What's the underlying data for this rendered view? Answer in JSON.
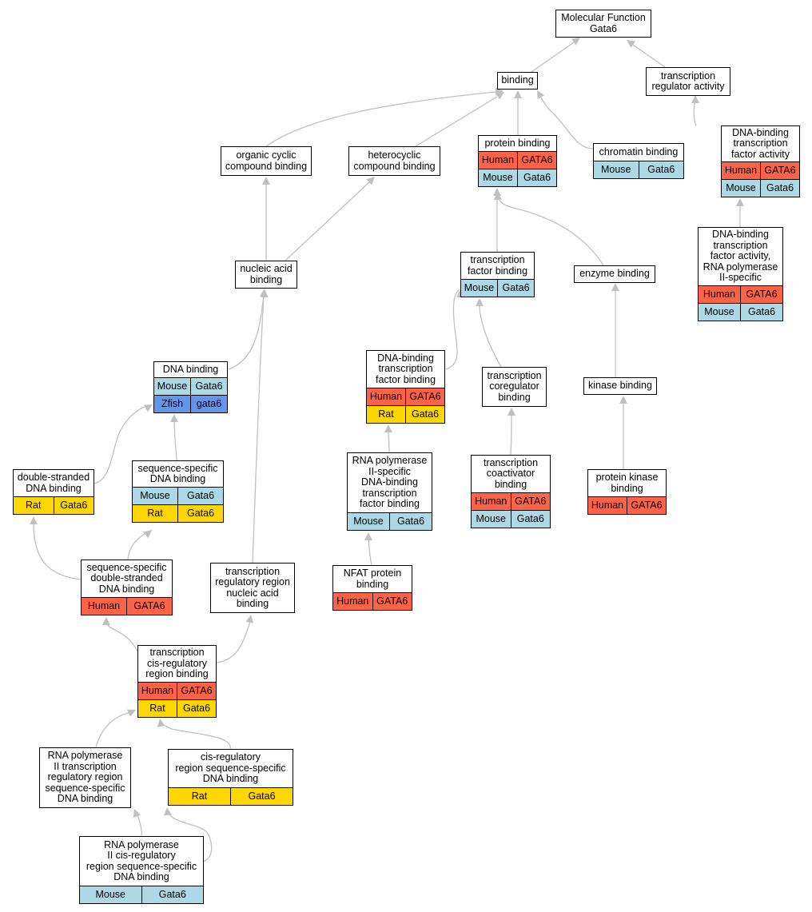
{
  "colors": {
    "edge": "#c0c0c0",
    "Human": "#ff6347",
    "Mouse": "#add8e6",
    "Rat": "#ffd700",
    "Zfish": "#6495ed"
  },
  "nodes": [
    {
      "id": "molecular-function",
      "label": "Molecular Function\nGata6",
      "rows": []
    },
    {
      "id": "binding",
      "label": "binding",
      "rows": []
    },
    {
      "id": "transcription-regulator-activity",
      "label": "transcription\nregulator activity",
      "rows": []
    },
    {
      "id": "organic-cyclic-compound-binding",
      "label": "organic cyclic\ncompound binding",
      "rows": []
    },
    {
      "id": "heterocyclic-compound-binding",
      "label": "heterocyclic\ncompound binding",
      "rows": []
    },
    {
      "id": "protein-binding",
      "label": "protein binding",
      "rows": [
        {
          "species": "Human",
          "gene": "GATA6"
        },
        {
          "species": "Mouse",
          "gene": "Gata6"
        }
      ]
    },
    {
      "id": "chromatin-binding",
      "label": "chromatin binding",
      "rows": [
        {
          "species": "Mouse",
          "gene": "Gata6"
        }
      ]
    },
    {
      "id": "dna-binding-transcription-factor-activity",
      "label": "DNA-binding\ntranscription\nfactor activity",
      "rows": [
        {
          "species": "Human",
          "gene": "GATA6"
        },
        {
          "species": "Mouse",
          "gene": "Gata6"
        }
      ]
    },
    {
      "id": "nucleic-acid-binding",
      "label": "nucleic acid\nbinding",
      "rows": []
    },
    {
      "id": "transcription-factor-binding",
      "label": "transcription\nfactor binding",
      "rows": [
        {
          "species": "Mouse",
          "gene": "Gata6"
        }
      ]
    },
    {
      "id": "enzyme-binding",
      "label": "enzyme binding",
      "rows": []
    },
    {
      "id": "dna-binding-tf-activity-rnap2",
      "label": "DNA-binding\ntranscription\nfactor activity,\nRNA polymerase\nII-specific",
      "rows": [
        {
          "species": "Human",
          "gene": "GATA6"
        },
        {
          "species": "Mouse",
          "gene": "Gata6"
        }
      ]
    },
    {
      "id": "dna-binding",
      "label": "DNA binding",
      "rows": [
        {
          "species": "Mouse",
          "gene": "Gata6"
        },
        {
          "species": "Zfish",
          "gene": "gata6"
        }
      ]
    },
    {
      "id": "dna-binding-transcription-factor-binding",
      "label": "DNA-binding\ntranscription\nfactor binding",
      "rows": [
        {
          "species": "Human",
          "gene": "GATA6"
        },
        {
          "species": "Rat",
          "gene": "Gata6"
        }
      ]
    },
    {
      "id": "transcription-coregulator-binding",
      "label": "transcription\ncoregulator\nbinding",
      "rows": []
    },
    {
      "id": "kinase-binding",
      "label": "kinase binding",
      "rows": []
    },
    {
      "id": "double-stranded-dna-binding",
      "label": "double-stranded\nDNA binding",
      "rows": [
        {
          "species": "Rat",
          "gene": "Gata6"
        }
      ]
    },
    {
      "id": "sequence-specific-dna-binding",
      "label": "sequence-specific\nDNA binding",
      "rows": [
        {
          "species": "Mouse",
          "gene": "Gata6"
        },
        {
          "species": "Rat",
          "gene": "Gata6"
        }
      ]
    },
    {
      "id": "rnap2-specific-dna-binding-tf-binding",
      "label": "RNA polymerase\nII-specific\nDNA-binding\ntranscription\nfactor binding",
      "rows": [
        {
          "species": "Mouse",
          "gene": "Gata6"
        }
      ]
    },
    {
      "id": "transcription-coactivator-binding",
      "label": "transcription\ncoactivator\nbinding",
      "rows": [
        {
          "species": "Human",
          "gene": "GATA6"
        },
        {
          "species": "Mouse",
          "gene": "Gata6"
        }
      ]
    },
    {
      "id": "protein-kinase-binding",
      "label": "protein kinase\nbinding",
      "rows": [
        {
          "species": "Human",
          "gene": "GATA6"
        }
      ]
    },
    {
      "id": "sequence-specific-double-stranded-dna-binding",
      "label": "sequence-specific\ndouble-stranded\nDNA binding",
      "rows": [
        {
          "species": "Human",
          "gene": "GATA6"
        }
      ]
    },
    {
      "id": "transcription-regulatory-region-nucleic-acid-binding",
      "label": "transcription\nregulatory region\nnucleic acid\nbinding",
      "rows": []
    },
    {
      "id": "nfat-protein-binding",
      "label": "NFAT protein\nbinding",
      "rows": [
        {
          "species": "Human",
          "gene": "GATA6"
        }
      ]
    },
    {
      "id": "transcription-cis-regulatory-region-binding",
      "label": "transcription\ncis-regulatory\nregion binding",
      "rows": [
        {
          "species": "Human",
          "gene": "GATA6"
        },
        {
          "species": "Rat",
          "gene": "Gata6"
        }
      ]
    },
    {
      "id": "rnap2-transcription-regulatory-region-seq-specific-dna-binding",
      "label": "RNA polymerase\nII transcription\nregulatory region\nsequence-specific\nDNA binding",
      "rows": []
    },
    {
      "id": "cis-regulatory-region-seq-specific-dna-binding",
      "label": "cis-regulatory\nregion sequence-specific\nDNA binding",
      "rows": [
        {
          "species": "Rat",
          "gene": "Gata6"
        }
      ]
    },
    {
      "id": "rnap2-cis-regulatory-region-seq-specific-dna-binding",
      "label": "RNA polymerase\nII cis-regulatory\nregion sequence-specific\nDNA binding",
      "rows": [
        {
          "species": "Mouse",
          "gene": "Gata6"
        }
      ]
    }
  ]
}
